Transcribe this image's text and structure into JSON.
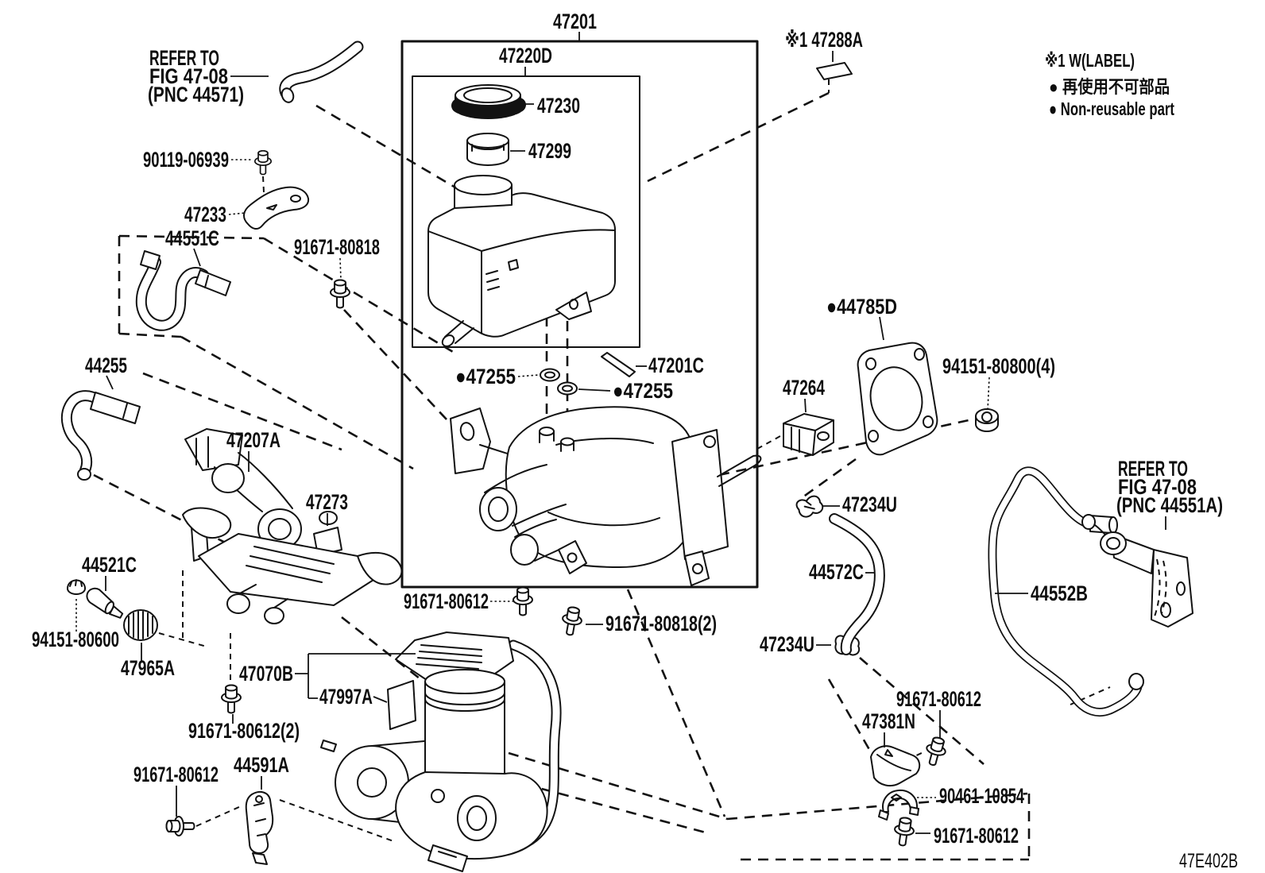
{
  "diagram": {
    "figure_code": "47E402B",
    "colors": {
      "line": "#121212",
      "background": "#ffffff"
    },
    "legend": {
      "note": "※1 W(LABEL)",
      "non_reusable_jp": "● 再使用不可部品",
      "non_reusable_en": "● Non-reusable part"
    },
    "callouts": [
      {
        "part": "47201",
        "text": "47201"
      },
      {
        "part": "47220D",
        "text": "47220D"
      },
      {
        "part": "47230",
        "text": "47230"
      },
      {
        "part": "47299",
        "text": "47299"
      },
      {
        "part": "ref-44571-line1",
        "text": "REFER TO"
      },
      {
        "part": "ref-44571-line2",
        "text": "FIG 47-08"
      },
      {
        "part": "ref-44571-line3",
        "text": "(PNC 44571)"
      },
      {
        "part": "90119-06939",
        "text": "90119-06939"
      },
      {
        "part": "47233",
        "text": "47233"
      },
      {
        "part": "44551C",
        "text": "44551C"
      },
      {
        "part": "91671-80818",
        "text": "91671-80818"
      },
      {
        "part": "44255",
        "text": "44255"
      },
      {
        "part": "47255-left",
        "text": "●47255"
      },
      {
        "part": "47201C",
        "text": "47201C"
      },
      {
        "part": "47255-right",
        "text": "●47255"
      },
      {
        "part": "44785D",
        "text": "●44785D"
      },
      {
        "part": "94151-80800",
        "text": "94151-80800(4)"
      },
      {
        "part": "47264",
        "text": "47264"
      },
      {
        "part": "47207A",
        "text": "47207A"
      },
      {
        "part": "47273",
        "text": "47273"
      },
      {
        "part": "ref-44551A-line1",
        "text": "REFER TO"
      },
      {
        "part": "ref-44551A-line2",
        "text": "FIG 47-08"
      },
      {
        "part": "ref-44551A-line3",
        "text": "(PNC 44551A)"
      },
      {
        "part": "47234U-upper",
        "text": "47234U"
      },
      {
        "part": "44572C",
        "text": "44572C"
      },
      {
        "part": "44552B",
        "text": "44552B"
      },
      {
        "part": "44521C",
        "text": "44521C"
      },
      {
        "part": "94151-80600",
        "text": "94151-80600"
      },
      {
        "part": "47965A",
        "text": "47965A"
      },
      {
        "part": "47070B",
        "text": "47070B"
      },
      {
        "part": "47997A",
        "text": "47997A"
      },
      {
        "part": "91671-80612-top",
        "text": "91671-80612"
      },
      {
        "part": "91671-80818-2",
        "text": "91671-80818(2)"
      },
      {
        "part": "91671-80612-2",
        "text": "91671-80612(2)"
      },
      {
        "part": "44591A",
        "text": "44591A"
      },
      {
        "part": "91671-80612-left",
        "text": "91671-80612"
      },
      {
        "part": "47234U-lower",
        "text": "47234U"
      },
      {
        "part": "91671-80612-right",
        "text": "91671-80612"
      },
      {
        "part": "47381N",
        "text": "47381N"
      },
      {
        "part": "90461-10854",
        "text": "90461-10854"
      },
      {
        "part": "91671-80612-bottom",
        "text": "91671-80612"
      },
      {
        "part": "47288A",
        "text": "※1 47288A"
      }
    ]
  }
}
